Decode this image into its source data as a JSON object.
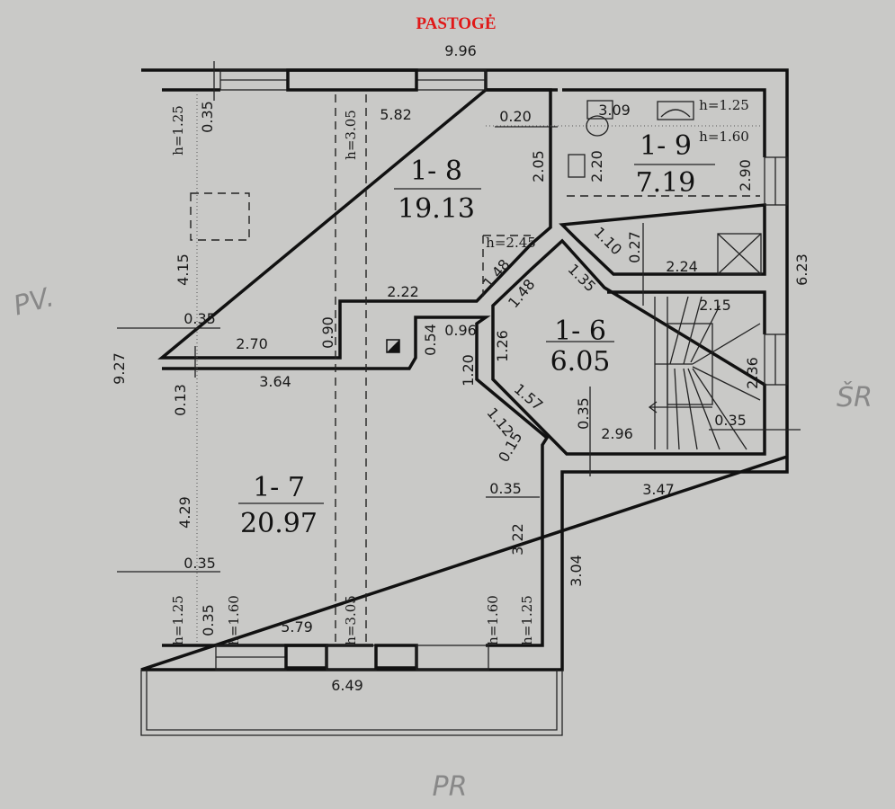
{
  "title": "PASTOGĖ",
  "overall": {
    "width_top": "9.96",
    "height_left": "9.27",
    "right_total": "6.23",
    "balcony_width": "6.49"
  },
  "rooms": {
    "r18": {
      "number": "1- 8",
      "area": "19.13"
    },
    "r19": {
      "number": "1- 9",
      "area": "7.19"
    },
    "r16": {
      "number": "1- 6",
      "area": "6.05"
    },
    "r17": {
      "number": "1- 7",
      "area": "20.97"
    }
  },
  "dims": {
    "d582": "5.82",
    "d020": "0.20",
    "d205": "2.05",
    "h245": "h=2.45",
    "d148a": "1.48",
    "d148b": "1.48",
    "d222": "2.22",
    "h125a": "h=1.25",
    "d035a": "0.35",
    "h305a": "h=3.05",
    "d415": "4.15",
    "d035b": "0.35",
    "d270": "2.70",
    "d090": "0.90",
    "d054": "0.54",
    "d096": "0.96",
    "d364": "3.64",
    "d120": "1.20",
    "d013": "0.13",
    "d309": "3.09",
    "h125b": "h=1.25",
    "h160a": "h=1.60",
    "d220": "2.20",
    "d290": "2.90",
    "d110": "1.10",
    "d027": "0.27",
    "d224": "2.24",
    "d135": "1.35",
    "d126": "1.26",
    "d157": "1.57",
    "d112": "1.12",
    "d015": "0.15",
    "d035c": "0.35",
    "d296": "2.96",
    "d215": "2.15",
    "d236": "2.36",
    "d035d": "0.35",
    "d347": "3.47",
    "d429": "4.29",
    "d035e": "0.35",
    "d035f": "0.35",
    "d322": "3.22",
    "d304": "3.04",
    "h125c": "h=1.25",
    "d035g": "0.35",
    "h160b": "h=1.60",
    "d579": "5.79",
    "h305b": "h=3.05",
    "h160c": "h=1.60",
    "h125d": "h=1.25"
  },
  "handwritten": {
    "west": "PV.",
    "northeast": "ŠR",
    "south": "PR"
  }
}
